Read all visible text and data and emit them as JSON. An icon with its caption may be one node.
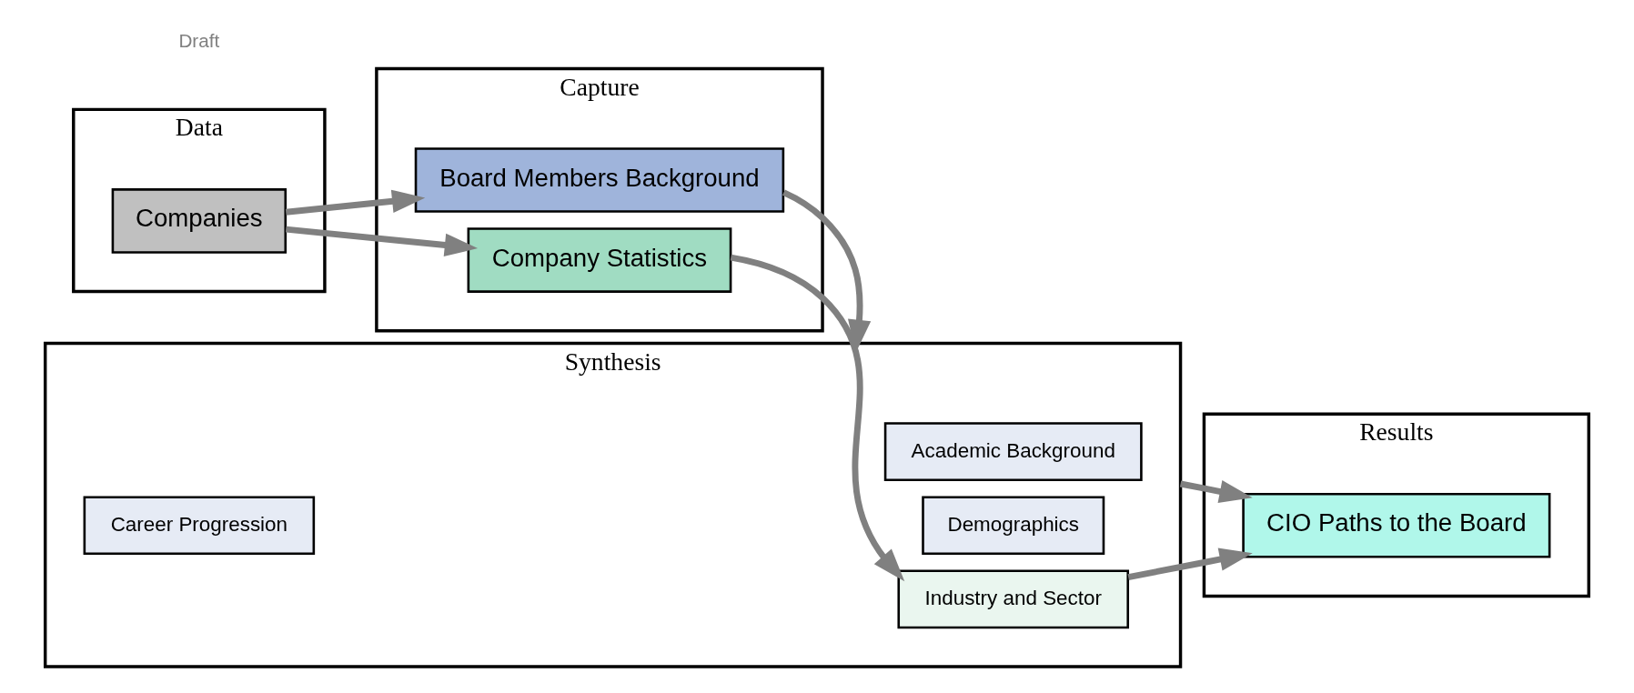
{
  "diagram": {
    "nodes": [
      {
        "text": [
          "Data"
        ]
      },
      {
        "text": [
          "Companies"
        ],
        "in": 0
      },
      {
        "text": [
          "Capture"
        ]
      },
      {
        "text": [
          "Board Members Background"
        ],
        "in": 2
      },
      {
        "text": [
          "Company Statistics"
        ],
        "in": 2
      },
      {
        "text": [
          "Synthesis"
        ]
      },
      {
        "text": [
          "Career Progression"
        ],
        "in": 5
      },
      {
        "text": [
          "Academic Background"
        ],
        "in": 5
      },
      {
        "text": [
          "Demographics"
        ],
        "in": 5
      },
      {
        "text": [
          "Industry and Sector"
        ],
        "in": 5
      },
      {
        "text": [
          "Results"
        ]
      },
      {
        "text": [
          "CIO Paths to the Board"
        ],
        "in": 10
      }
    ],
    "edges": [
      {
        "from": 1,
        "to": 3,
        "arrow": "to"
      },
      {
        "from": 1,
        "to": 4,
        "arrow": "to"
      },
      {
        "from": 3,
        "to": 5,
        "arrow": "to"
      },
      {
        "from": 4,
        "to": 9,
        "arrow": "to"
      },
      {
        "from": 5,
        "to": 11,
        "arrow": "to"
      },
      {
        "from": 9,
        "to": 11,
        "arrow": "to"
      }
    ],
    "labels": [
      "Draft"
    ]
  }
}
